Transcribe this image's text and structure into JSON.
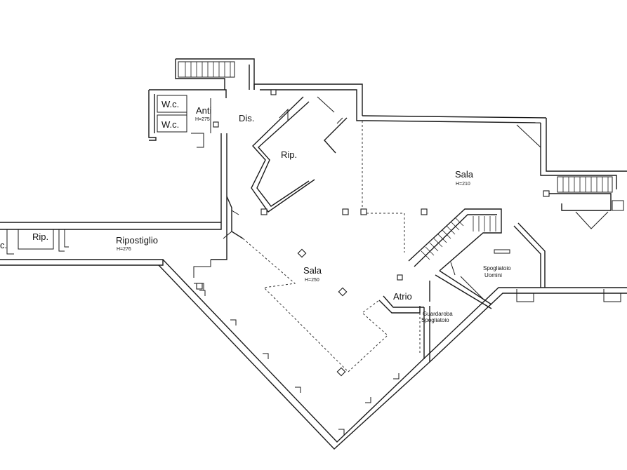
{
  "rooms": {
    "wc_top": "W.c.",
    "wc_bottom": "W.c.",
    "anti": "Anti",
    "anti_h": "H=275",
    "dis": "Dis.",
    "rip_center": "Rip.",
    "sala_right": "Sala",
    "sala_right_h": "H=210",
    "rip_left": "Rip.",
    "ripostiglio": "Ripostiglio",
    "ripostiglio_h": "H=276",
    "wc_left_cut": "c.",
    "sala_main": "Sala",
    "sala_main_h": "H=250",
    "atrio": "Atrio",
    "spogliatoio_uomini_1": "Spogliatoio",
    "spogliatoio_uomini_2": "Uomini",
    "guardaroba": "Guardaroba",
    "spogliatoio": "Spogliatoio"
  }
}
